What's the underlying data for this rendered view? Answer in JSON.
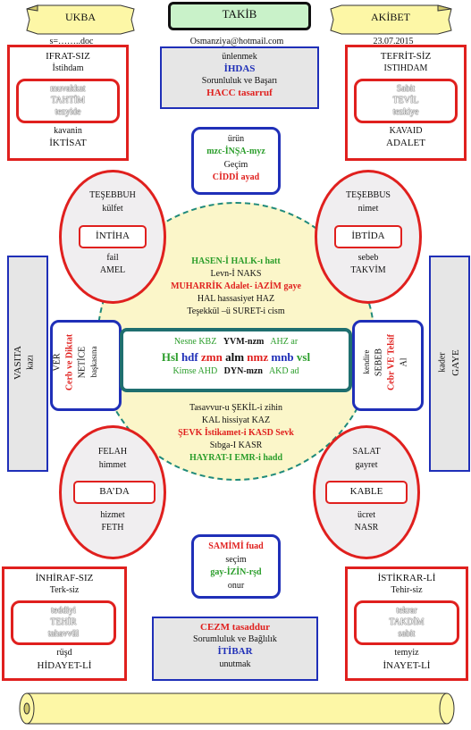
{
  "header": {
    "left_banner": "UKBA",
    "center_title": "TAKİB",
    "right_banner": "AKİBET",
    "left_sub": "s=……..doc",
    "center_sub": "Osmanziya@hotmail.com",
    "right_sub": "23.07.2015"
  },
  "top_center": {
    "l1": "ünlenmek",
    "l2": "İHDAS",
    "l3": "Sorunluluk ve Başarı",
    "l4": "HACC tasarruf"
  },
  "top_left": {
    "l1": "IFRAT-SIZ",
    "l2": "İstihdam",
    "inner1": "muvakkat",
    "inner2": "TAHTİM",
    "inner3": "tezyide",
    "l3": "kavanin",
    "l4": "İKTİSAT"
  },
  "top_right": {
    "l1": "TEFRİT-SİZ",
    "l2": "ISTIHDAM",
    "inner1": "Sabit",
    "inner2": "TEVİL",
    "inner3": "tezkiye",
    "l3": "KAVAID",
    "l4": "ADALET"
  },
  "upper_mid": {
    "l1": "ürün",
    "l2": "mzc-İNŞA-myz",
    "l3": "Geçim",
    "l4": "CİDDİ ayad"
  },
  "oval_ul": {
    "l1": "TEŞEBBUH",
    "l2": "külfet",
    "box": "İNTİHA",
    "l3": "fail",
    "l4": "AMEL"
  },
  "oval_ur": {
    "l1": "TEŞEBBUS",
    "l2": "nimet",
    "box": "İBTİDA",
    "l3": "sebeb",
    "l4": "TAKVİM"
  },
  "circle_top": {
    "l1": "HASEN-İ HALK-ı hatt",
    "l2": "Levn-İ NAKS",
    "l3": "MUHARRİK Adalet- iAZİM gaye",
    "l4": "HAL  hassasiyet HAZ",
    "l5": "Teşekkül –ü  SURET-i cism"
  },
  "center_box": {
    "row1": {
      "a": "Nesne KBZ",
      "b": "YVM-nzm",
      "c": "AHZ ar"
    },
    "row2": {
      "a": "Hsl",
      "b": "hdf",
      "c": "zmn",
      "d": "alm",
      "e": "nmz",
      "f": "mnb",
      "g": "vsl"
    },
    "row3": {
      "a": "Kimse AHD",
      "b": "DYN-mzn",
      "c": "AKD ad"
    }
  },
  "circle_bottom": {
    "l1": "Tasavvur-u  ŞEKİL-i zihin",
    "l2": "KAL hissiyat  KAZ",
    "l3": "ŞEVK  İstikamet-i KASD Sevk",
    "l4": "Sıbga-I KASR",
    "l5": "HAYRAT-I EMR-i hadd"
  },
  "side_left": {
    "l1": "VASITA",
    "l2": "kazı"
  },
  "side_right": {
    "l1": "kader",
    "l2": "GAYE"
  },
  "mid_left": {
    "l1": "VER",
    "l2": "Cerb ve Diktat",
    "l3": "NETİCE",
    "l4": "başkasına"
  },
  "mid_right": {
    "l1": "kendire",
    "l2": "SEBEB",
    "l3": "Cebr VE Telsif",
    "l4": "Al"
  },
  "oval_ll": {
    "l1": "FELAH",
    "l2": "himmet",
    "box": "BA’DA",
    "l3": "hizmet",
    "l4": "FETH"
  },
  "oval_lr": {
    "l1": "SALAT",
    "l2": "gayret",
    "box": "KABLE",
    "l3": "ücret",
    "l4": "NASR"
  },
  "lower_mid": {
    "l1": "SAMİMİ fuad",
    "l2": "seçim",
    "l3": "gay-İZİN-rşd",
    "l4": "onur"
  },
  "bottom_left": {
    "l1": "İNHİRAF-SIZ",
    "l2": "Terk-siz",
    "inner1": "teddiyi",
    "inner2": "TEHİR",
    "inner3": "tahavvül",
    "l3": "rüşd",
    "l4": "HİDAYET-Lİ"
  },
  "bottom_right": {
    "l1": "İSTİKRAR-Lİ",
    "l2": "Tehir-siz",
    "inner1": "tekrar",
    "inner2": "TAKDİM",
    "inner3": "sabit",
    "l3": "temyiz",
    "l4": "İNAYET-Lİ"
  },
  "bottom_center": {
    "l1": "CEZM tasaddur",
    "l2": "Sorumluluk ve Bağlılık",
    "l3": "İTİBAR",
    "l4": "unutmak"
  }
}
